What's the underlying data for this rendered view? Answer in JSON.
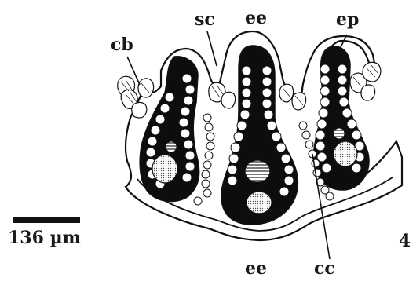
{
  "figure": {
    "labels": {
      "cb": "cb",
      "sc": "sc",
      "ee_top": "ee",
      "ep": "ep",
      "ee_bottom": "ee",
      "cc": "cc"
    },
    "scale_bar": {
      "label": "136 µm"
    },
    "panel_number": "4"
  }
}
